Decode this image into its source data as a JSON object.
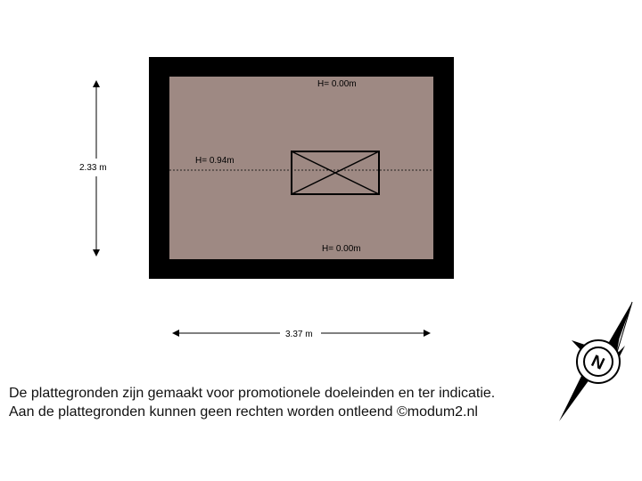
{
  "plan": {
    "colors": {
      "wall": "#000000",
      "floor": "#9e8983",
      "background": "#ffffff"
    },
    "labels": {
      "height_top": "H= 0.00m",
      "height_mid": "H= 0.94m",
      "height_bottom": "H= 0.00m",
      "dim_vertical": "2.33 m",
      "dim_horizontal": "3.37 m"
    },
    "compass": {
      "north_letter": "N",
      "icon": "compass-north-icon"
    }
  },
  "disclaimer": {
    "line1": "De plattegronden zijn gemaakt voor promotionele doeleinden en ter indicatie.",
    "line2": "Aan de plattegronden kunnen geen rechten worden ontleend ©modum2.nl"
  }
}
